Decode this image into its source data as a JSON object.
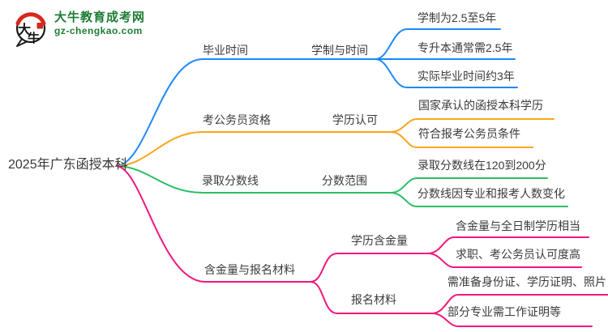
{
  "brand": {
    "site_name": "大牛教育成考网",
    "site_domain": "gz-chengkao.com",
    "logo_char_top": "大",
    "logo_char_bottom": "牛",
    "brand_green": "#1d7c34",
    "logo_red": "#d7281e"
  },
  "mindmap": {
    "root": "2025年广东函授本科",
    "text_color": "#3b3b3b",
    "branches": [
      {
        "label": "毕业时间",
        "color": "#1e88f7",
        "sub": "学制与时间",
        "leaves": [
          "学制为2.5至5年",
          "专升本通常需2.5年",
          "实际毕业时间约3年"
        ]
      },
      {
        "label": "考公务员资格",
        "color": "#fba51d",
        "sub": "学历认可",
        "leaves": [
          "国家承认的函授本科学历",
          "符合报考公务员条件"
        ]
      },
      {
        "label": "录取分数线",
        "color": "#2abe64",
        "sub": "分数范围",
        "leaves": [
          "录取分数线在120到200分",
          "分数线因专业和报考人数变化"
        ]
      },
      {
        "label": "含金量与报名材料",
        "color": "#f0187c",
        "groups": [
          {
            "sub": "学历含金量",
            "leaves": [
              "含金量与全日制学历相当",
              "求职、考公务员认可度高"
            ]
          },
          {
            "sub": "报名材料",
            "leaves": [
              "需准备身份证、学历证明、照片",
              "部分专业需工作证明等"
            ]
          }
        ]
      }
    ]
  }
}
